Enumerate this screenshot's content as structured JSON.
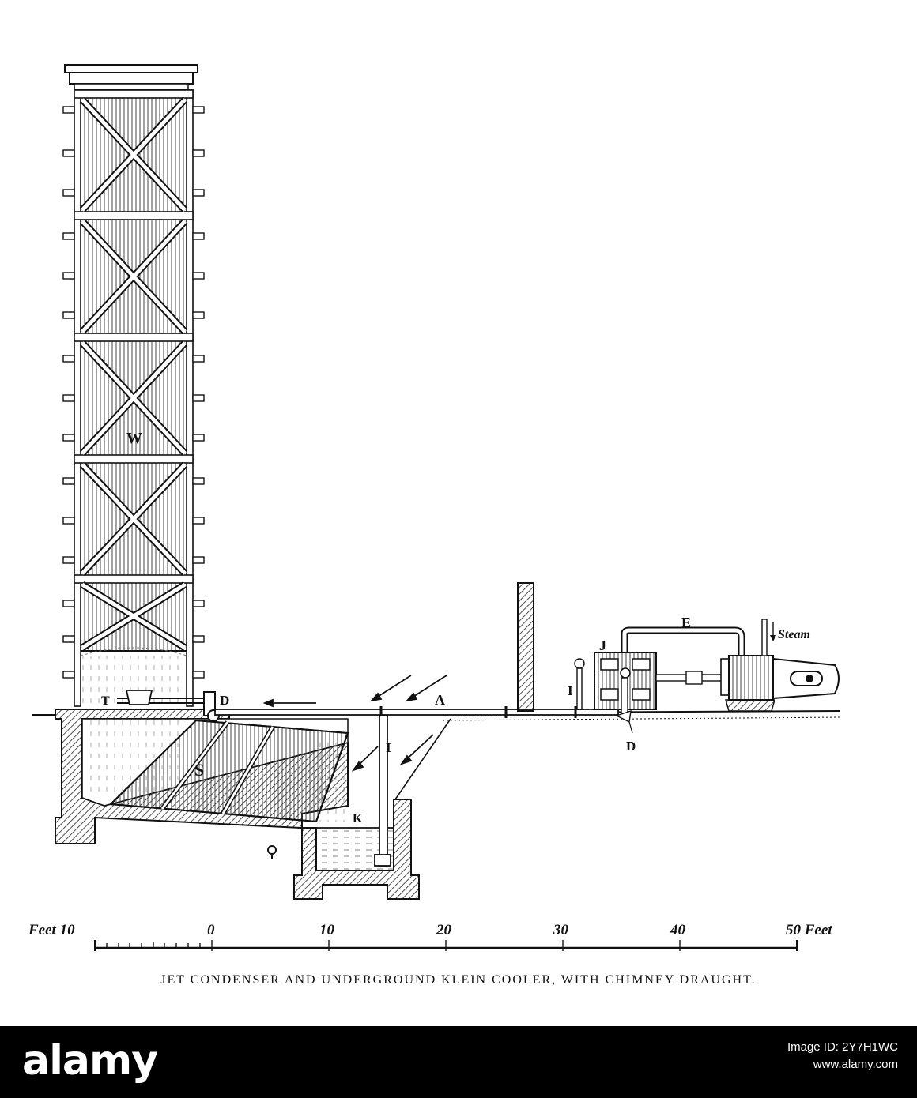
{
  "diagram": {
    "caption": "JET CONDENSER AND UNDERGROUND KLEIN COOLER, WITH CHIMNEY DRAUGHT.",
    "labels": {
      "W": "W",
      "T": "T",
      "D_left": "D",
      "S": "S",
      "I_pipe": "I",
      "K": "K",
      "A": "A",
      "I_right": "I",
      "J": "J",
      "E": "E",
      "steam": "Steam",
      "D_right": "D"
    },
    "scale": {
      "left_label": "Feet 10",
      "right_label": "50 Feet",
      "marks": [
        "0",
        "10",
        "20",
        "30",
        "40"
      ]
    }
  },
  "footer": {
    "logo": "alamy",
    "image_id_line": "Image ID: 2Y7H1WC",
    "site": "www.alamy.com"
  }
}
